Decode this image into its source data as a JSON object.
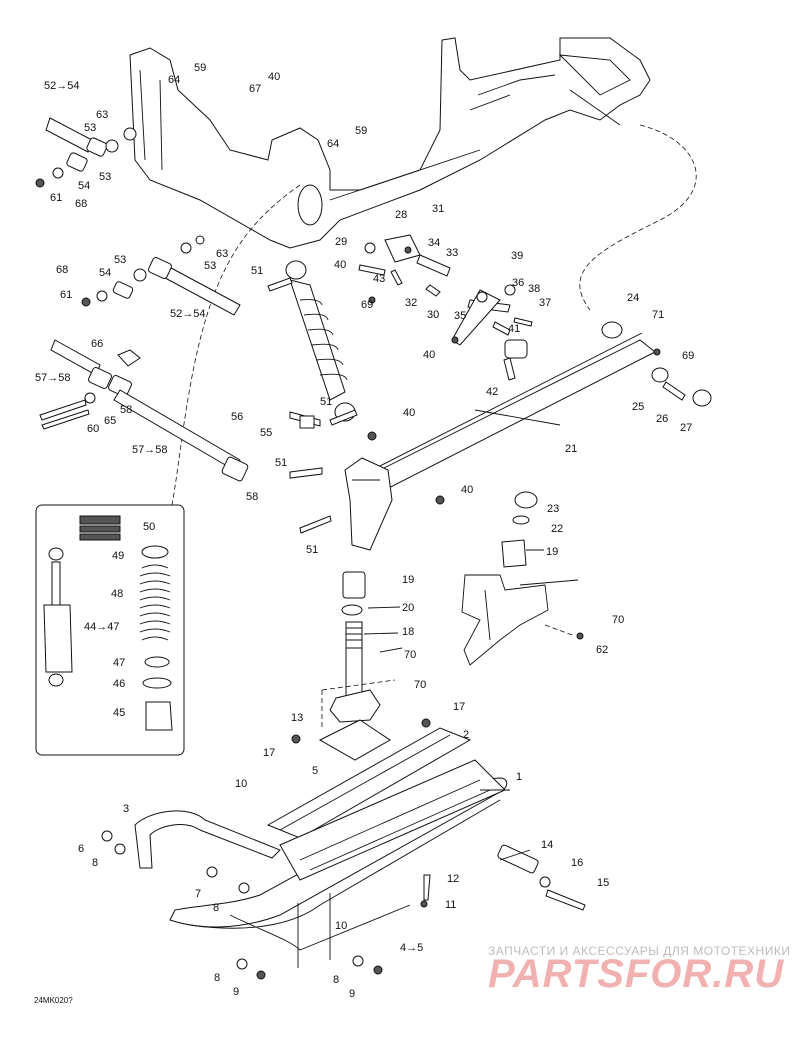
{
  "diagram_ref": "24MK020?",
  "watermark": {
    "tagline": "ЗАПЧАСТИ И АКСЕССУАРЫ ДЛЯ МОТОТЕХНИКИ",
    "logo": "PARTSFOR.RU"
  },
  "colors": {
    "ink": "#111111",
    "watermark_text": "#bdbdbd",
    "watermark_logo": "#f2b1b1"
  },
  "callouts": [
    {
      "id": "c1",
      "text": "52→54"
    },
    {
      "id": "c2",
      "text": "59"
    },
    {
      "id": "c3",
      "text": "64"
    },
    {
      "id": "c4",
      "text": "40"
    },
    {
      "id": "c5",
      "text": "67"
    },
    {
      "id": "c6",
      "text": "63"
    },
    {
      "id": "c7",
      "text": "53"
    },
    {
      "id": "c8",
      "text": "53"
    },
    {
      "id": "c9",
      "text": "54"
    },
    {
      "id": "c10",
      "text": "61"
    },
    {
      "id": "c11",
      "text": "68"
    },
    {
      "id": "c12",
      "text": "59"
    },
    {
      "id": "c13",
      "text": "64"
    },
    {
      "id": "c14",
      "text": "28"
    },
    {
      "id": "c15",
      "text": "31"
    },
    {
      "id": "c16",
      "text": "29"
    },
    {
      "id": "c17",
      "text": "34"
    },
    {
      "id": "c18",
      "text": "33"
    },
    {
      "id": "c19",
      "text": "63"
    },
    {
      "id": "c20",
      "text": "53"
    },
    {
      "id": "c21",
      "text": "53"
    },
    {
      "id": "c22",
      "text": "40"
    },
    {
      "id": "c23",
      "text": "51"
    },
    {
      "id": "c24",
      "text": "68"
    },
    {
      "id": "c25",
      "text": "54"
    },
    {
      "id": "c26",
      "text": "61"
    },
    {
      "id": "c27",
      "text": "43"
    },
    {
      "id": "c28",
      "text": "69"
    },
    {
      "id": "c29",
      "text": "32"
    },
    {
      "id": "c30",
      "text": "30"
    },
    {
      "id": "c31",
      "text": "39"
    },
    {
      "id": "c32",
      "text": "36"
    },
    {
      "id": "c33",
      "text": "38"
    },
    {
      "id": "c34",
      "text": "37"
    },
    {
      "id": "c35",
      "text": "35"
    },
    {
      "id": "c36",
      "text": "52→54"
    },
    {
      "id": "c37",
      "text": "24"
    },
    {
      "id": "c38",
      "text": "71"
    },
    {
      "id": "c39",
      "text": "66"
    },
    {
      "id": "c40",
      "text": "41"
    },
    {
      "id": "c41",
      "text": "40"
    },
    {
      "id": "c42",
      "text": "42"
    },
    {
      "id": "c43",
      "text": "69"
    },
    {
      "id": "c44",
      "text": "57→58"
    },
    {
      "id": "c45",
      "text": "58"
    },
    {
      "id": "c46",
      "text": "65"
    },
    {
      "id": "c47",
      "text": "60"
    },
    {
      "id": "c48",
      "text": "56"
    },
    {
      "id": "c49",
      "text": "51"
    },
    {
      "id": "c50",
      "text": "40"
    },
    {
      "id": "c51",
      "text": "55"
    },
    {
      "id": "c52",
      "text": "25"
    },
    {
      "id": "c53",
      "text": "26"
    },
    {
      "id": "c54",
      "text": "27"
    },
    {
      "id": "c55",
      "text": "57→58"
    },
    {
      "id": "c56",
      "text": "21"
    },
    {
      "id": "c57",
      "text": "51"
    },
    {
      "id": "c58",
      "text": "58"
    },
    {
      "id": "c59",
      "text": "40"
    },
    {
      "id": "c60",
      "text": "23"
    },
    {
      "id": "c61",
      "text": "22"
    },
    {
      "id": "c62",
      "text": "51"
    },
    {
      "id": "c63",
      "text": "19"
    },
    {
      "id": "c64",
      "text": "50"
    },
    {
      "id": "c65",
      "text": "49"
    },
    {
      "id": "c66",
      "text": "19"
    },
    {
      "id": "c67",
      "text": "48"
    },
    {
      "id": "c68",
      "text": "20"
    },
    {
      "id": "c69",
      "text": "44→47"
    },
    {
      "id": "c70",
      "text": "70"
    },
    {
      "id": "c71",
      "text": "18"
    },
    {
      "id": "c72",
      "text": "62"
    },
    {
      "id": "c73",
      "text": "70"
    },
    {
      "id": "c74",
      "text": "47"
    },
    {
      "id": "c75",
      "text": "46"
    },
    {
      "id": "c76",
      "text": "70"
    },
    {
      "id": "c77",
      "text": "45"
    },
    {
      "id": "c78",
      "text": "17"
    },
    {
      "id": "c79",
      "text": "13"
    },
    {
      "id": "c80",
      "text": "2"
    },
    {
      "id": "c81",
      "text": "17"
    },
    {
      "id": "c82",
      "text": "5"
    },
    {
      "id": "c83",
      "text": "10"
    },
    {
      "id": "c84",
      "text": "1"
    },
    {
      "id": "c85",
      "text": "3"
    },
    {
      "id": "c86",
      "text": "6"
    },
    {
      "id": "c87",
      "text": "8"
    },
    {
      "id": "c88",
      "text": "14"
    },
    {
      "id": "c89",
      "text": "16"
    },
    {
      "id": "c90",
      "text": "12"
    },
    {
      "id": "c91",
      "text": "15"
    },
    {
      "id": "c92",
      "text": "7"
    },
    {
      "id": "c93",
      "text": "8"
    },
    {
      "id": "c94",
      "text": "11"
    },
    {
      "id": "c95",
      "text": "10"
    },
    {
      "id": "c96",
      "text": "4→5"
    },
    {
      "id": "c97",
      "text": "8"
    },
    {
      "id": "c98",
      "text": "9"
    },
    {
      "id": "c99",
      "text": "8"
    },
    {
      "id": "c100",
      "text": "9"
    }
  ]
}
